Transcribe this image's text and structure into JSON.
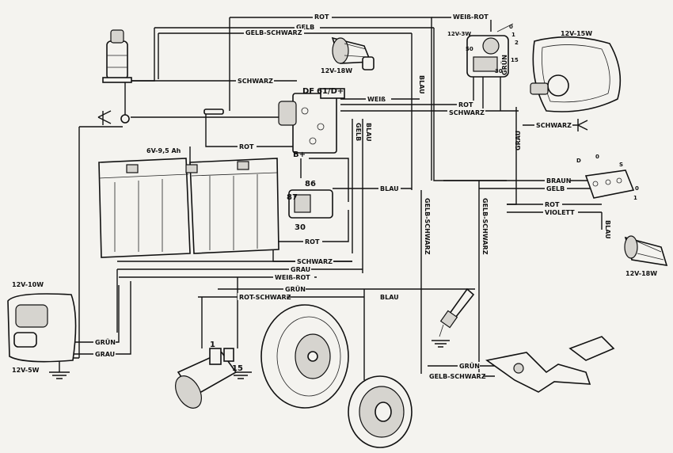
{
  "components": {
    "headlight_top": "12V-15W",
    "ignition_switch": "12V-3W",
    "ignition_terminals": [
      "0",
      "1",
      "2",
      "50",
      "15",
      "30"
    ],
    "horn_top": "12V-18W",
    "regulator_terminals": [
      "DF",
      "61/D+",
      "B+"
    ],
    "battery": "6V-9,5 Ah",
    "relay_terminals": [
      "86",
      "87",
      "30"
    ],
    "switch_terminals": [
      "D",
      "0",
      "S",
      "0",
      "1"
    ],
    "horn_right": "12V-18W",
    "tail_light_top": "12V-10W",
    "tail_light_bottom": "12V-5W",
    "coil_terminals": [
      "1",
      "15"
    ]
  },
  "wires": {
    "rot_top": "ROT",
    "gelb_top": "GELB",
    "gelb_schwarz_top": "GELB-SCHWARZ",
    "weiss_rot_top": "WEIß-ROT",
    "blau_vertical": "BLAU",
    "schwarz_mid": "SCHWARZ",
    "weiss": "WEIß",
    "rot_regulator": "ROT",
    "schwarz_right": "SCHWARZ",
    "gruen_vertical": "GRÜN",
    "schwarz_ground": "SCHWARZ",
    "gelb_vertical": "GELB",
    "blau_vertical2": "BLAU",
    "rot_battery": "ROT",
    "grau_vertical": "GRAU",
    "braun": "BRAUN",
    "gelb_switch": "GELB",
    "blau_relay": "BLAU",
    "rot_switch": "ROT",
    "violett": "VIOLETT",
    "blau_horn": "BLAU",
    "rot_relay": "ROT",
    "gelb_schwarz_v1": "GELB-SCHWARZ",
    "gelb_schwarz_v2": "GELB-SCHWARZ",
    "schwarz_low": "SCHWARZ",
    "grau_low": "GRAU",
    "weiss_rot_low": "WEIß-ROT",
    "gruen_low": "GRÜN",
    "rot_schwarz": "ROT-SCHWARZ",
    "blau_low": "BLAU",
    "gruen_tail": "GRÜN",
    "grau_tail": "GRAU",
    "gruen_kick": "GRÜN",
    "gelb_schwarz_kick": "GELB-SCHWARZ"
  }
}
